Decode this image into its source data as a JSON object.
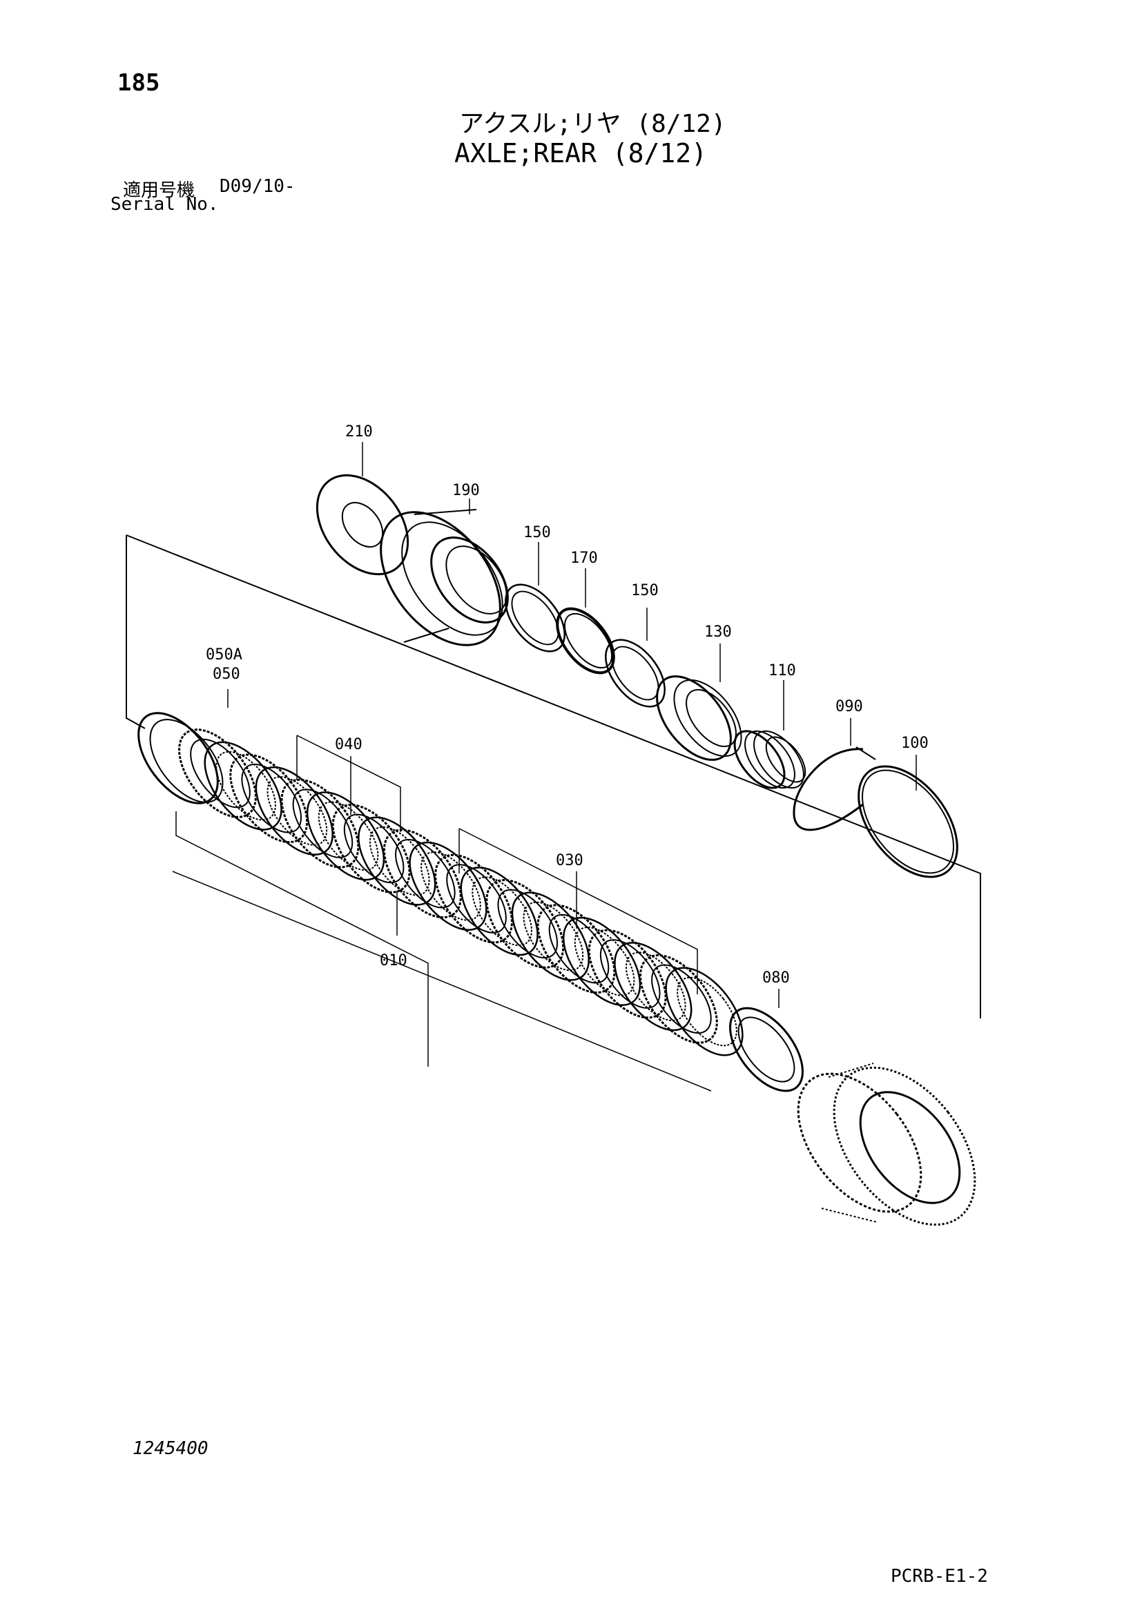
{
  "header": {
    "page_number": "185",
    "title_jp": "アクスル;リヤ (8/12)",
    "title_en": "AXLE;REAR (8/12)",
    "serial_label_jp": "適用号機",
    "serial_value": "D09/10-",
    "serial_label_en": "Serial No."
  },
  "callouts": {
    "p210": "210",
    "p190": "190",
    "p150a": "150",
    "p170": "170",
    "p150b": "150",
    "p130": "130",
    "p110": "110",
    "p090": "090",
    "p100": "100",
    "p050a": "050A",
    "p050": "050",
    "p040": "040",
    "p030": "030",
    "p010": "010",
    "p080": "080"
  },
  "footer": {
    "drawing_number": "1245400",
    "page_code": "PCRB-E1-2"
  }
}
